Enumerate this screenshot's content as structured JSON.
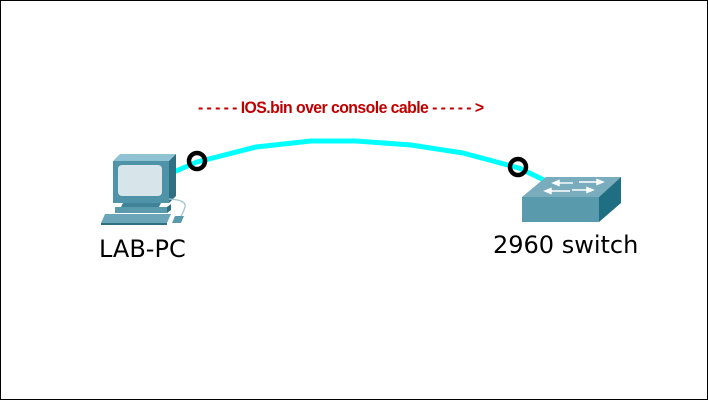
{
  "diagram": {
    "cable_annotation": "- - - - - IOS.bin over console cable - - - - - >",
    "cable_color": "#00ffff",
    "annotation_color": "#c00000",
    "connector_color": "#000000",
    "device_color": "#5a9aad",
    "nodes": [
      {
        "id": "pc",
        "label": "LAB-PC",
        "icon": "pc-workstation-icon"
      },
      {
        "id": "switch",
        "label": "2960 switch",
        "icon": "network-switch-icon"
      }
    ],
    "links": [
      {
        "from": "pc",
        "to": "switch",
        "type": "console cable"
      }
    ]
  }
}
